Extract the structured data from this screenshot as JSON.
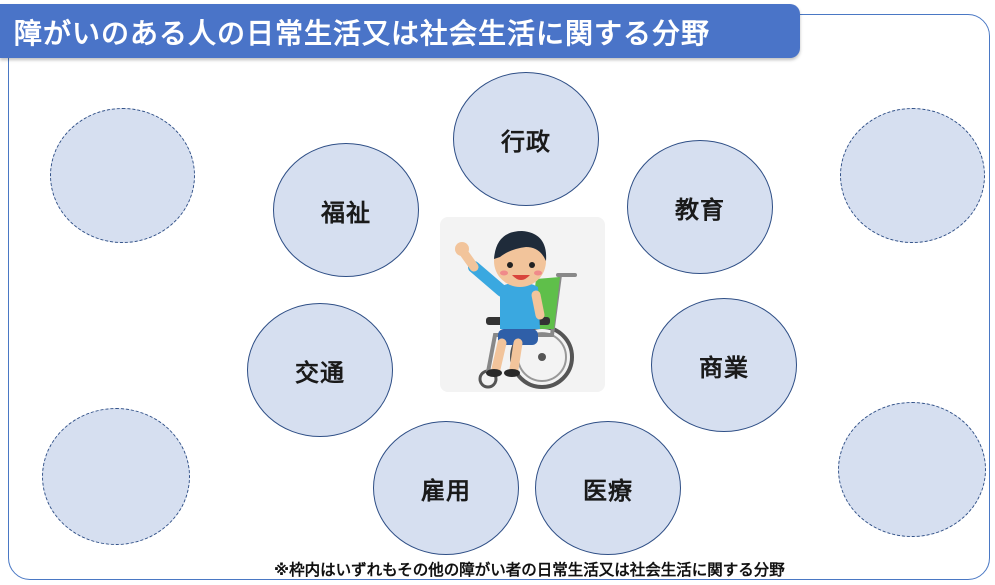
{
  "title": "障がいのある人の日常生活又は社会生活に関する分野",
  "fields": [
    {
      "id": "gyousei",
      "label": "行政"
    },
    {
      "id": "fukushi",
      "label": "福祉"
    },
    {
      "id": "kyouiku",
      "label": "教育"
    },
    {
      "id": "koutsuu",
      "label": "交通"
    },
    {
      "id": "shougyou",
      "label": "商業"
    },
    {
      "id": "koyou",
      "label": "雇用"
    },
    {
      "id": "iryou",
      "label": "医療"
    }
  ],
  "footnote": "※枠内はいずれもその他の障がい者の日常生活又は社会生活に関する分野",
  "center_image": "person-in-wheelchair-waving",
  "colors": {
    "title_bar": "#4a74c8",
    "bubble_fill": "#d6dff0",
    "bubble_border": "#2f4f86",
    "frame_border": "#4a78c4"
  }
}
